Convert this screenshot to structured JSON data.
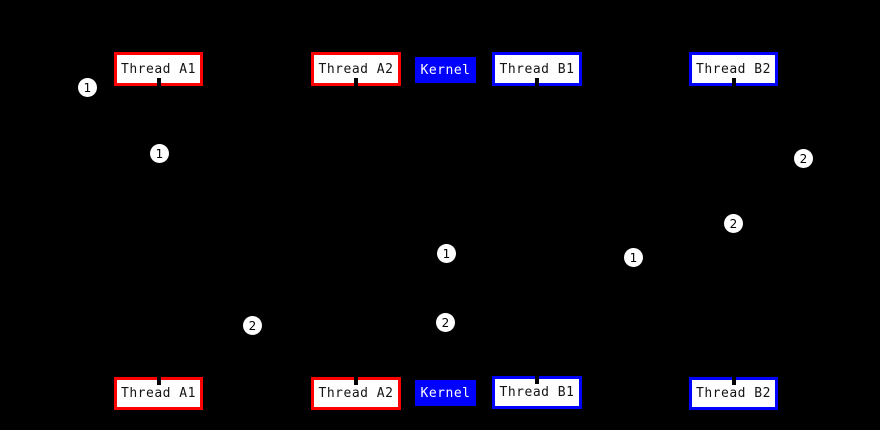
{
  "diagram": {
    "description": "Thread scheduling sequence diagram on black background",
    "background": "#000000",
    "colors": {
      "thread_a_border": "#FF0000",
      "thread_b_border": "#0000FF",
      "kernel_fill": "#0000FF",
      "kernel_text": "#FFFFFF",
      "box_fill": "#FFFFFF",
      "box_text": "#141414",
      "badge_fill": "#FFFFFF",
      "badge_text": "#000000"
    },
    "participants": [
      {
        "label": "Thread A1",
        "style": "red-outline"
      },
      {
        "label": "Thread A2",
        "style": "red-outline"
      },
      {
        "label": "Kernel",
        "style": "blue-filled"
      },
      {
        "label": "Thread B1",
        "style": "blue-outline"
      },
      {
        "label": "Thread B2",
        "style": "blue-outline"
      }
    ],
    "badges": [
      {
        "label": "1"
      },
      {
        "label": "1"
      },
      {
        "label": "1"
      },
      {
        "label": "1"
      },
      {
        "label": "2"
      },
      {
        "label": "2"
      },
      {
        "label": "2"
      },
      {
        "label": "2"
      }
    ]
  }
}
